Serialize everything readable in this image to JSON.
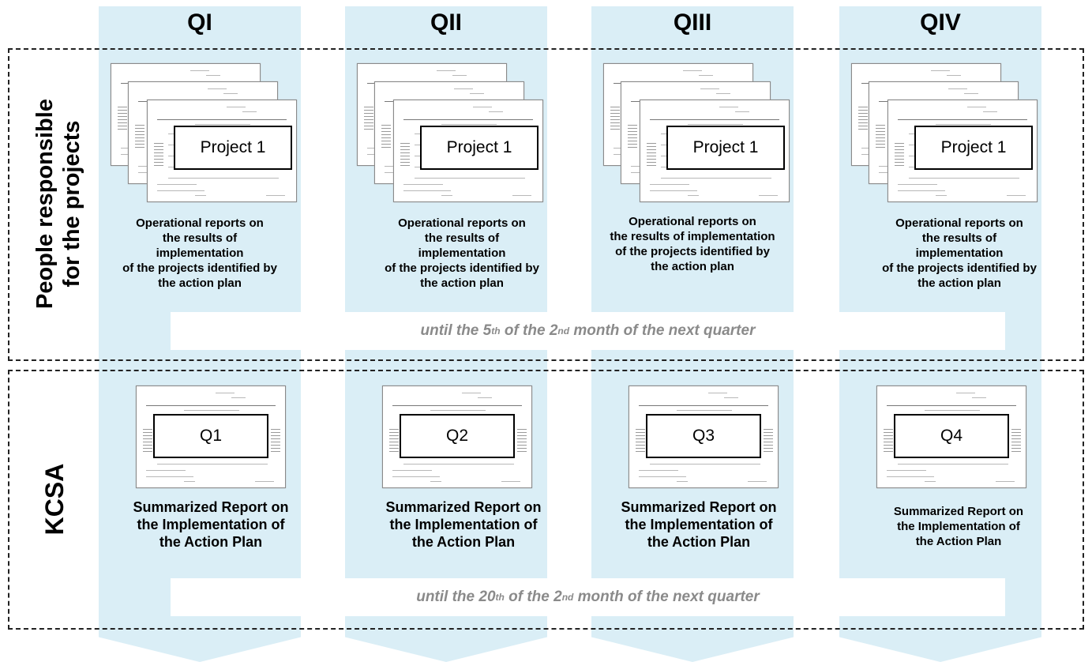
{
  "quarters": [
    "QI",
    "QII",
    "QIII",
    "QIV"
  ],
  "rows": {
    "projects": {
      "label_line1": "People responsible",
      "label_line2": "for the projects",
      "doc_label": "Project 1",
      "caption_lines_a": [
        "Operational reports on",
        "the results of",
        "implementation",
        "of the projects identified by",
        "the action plan"
      ],
      "caption_lines_b": [
        "Operational reports on",
        "the results of implementation",
        "of the projects identified by",
        "the action plan"
      ],
      "deadline": {
        "pre": "until the 5",
        "sup1": "th",
        "mid": " of the 2",
        "sup2": "nd",
        "post": " month of the next quarter"
      }
    },
    "kcsa": {
      "label": "KCSA",
      "doc_labels": [
        "Q1",
        "Q2",
        "Q3",
        "Q4"
      ],
      "caption_lines": [
        "Summarized Report on",
        "the Implementation of",
        "the Action Plan"
      ],
      "deadline": {
        "pre": "until the 20",
        "sup1": "th",
        "mid": " of the 2",
        "sup2": "nd",
        "post": " month of the next quarter"
      }
    }
  }
}
